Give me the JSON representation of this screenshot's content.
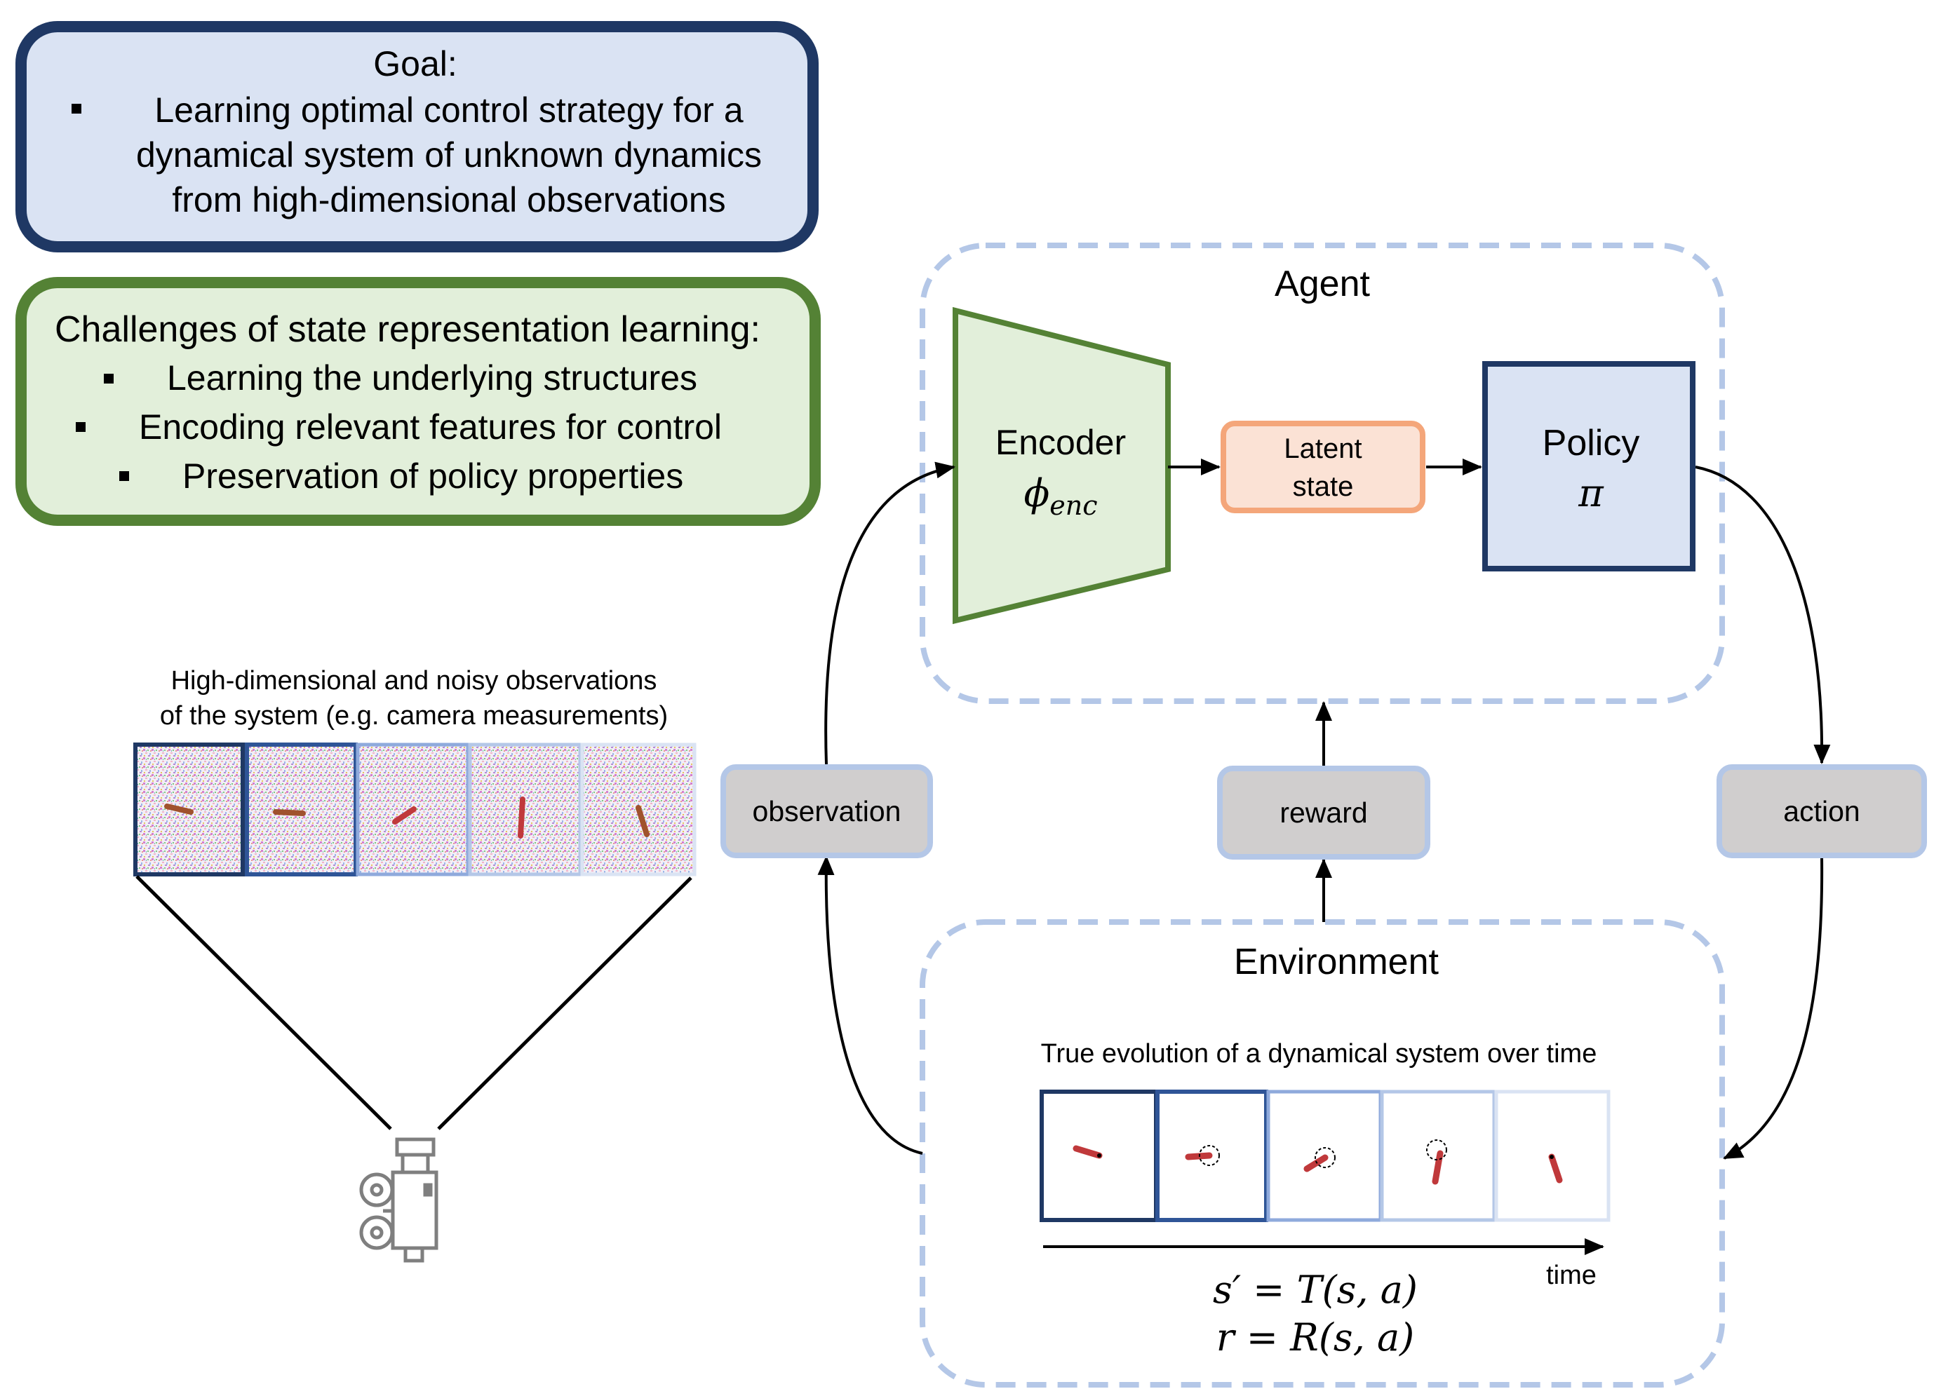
{
  "goal": {
    "title": "Goal:",
    "lines": [
      "Learning optimal control strategy for a",
      "dynamical system of unknown dynamics",
      "from high-dimensional observations"
    ]
  },
  "challenges": {
    "title": "Challenges of  state representation learning:",
    "items": [
      "Learning the underlying structures",
      "Encoding relevant features for control",
      "Preservation of policy properties"
    ]
  },
  "observations": {
    "caption_line1": "High-dimensional and noisy observations",
    "caption_line2": "of the system (e.g. camera measurements)"
  },
  "agent": {
    "title": "Agent",
    "encoder_label": "Encoder",
    "encoder_symbol": "ϕ",
    "encoder_subscript": "enc",
    "latent_line1": "Latent",
    "latent_line2": "state",
    "policy_label": "Policy",
    "policy_symbol": "π"
  },
  "signals": {
    "observation": "observation",
    "reward": "reward",
    "action": "action"
  },
  "environment": {
    "title": "Environment",
    "caption": "True evolution of a dynamical system over time",
    "time_label": "time",
    "eq1": "s′ = T(s, a)",
    "eq2": "r = R(s, a)"
  },
  "colors": {
    "goal_fill": "#dae3f3",
    "goal_border": "#1f3864",
    "challenges_fill": "#e2efda",
    "challenges_border": "#548235",
    "dashed_border": "#b4c7e7",
    "latent_fill": "#fbe2d5",
    "latent_border": "#f4a67a",
    "signal_fill": "#d0cece",
    "pendulum": "#c0393b"
  },
  "icons": {
    "camera": "film-camera-icon"
  }
}
